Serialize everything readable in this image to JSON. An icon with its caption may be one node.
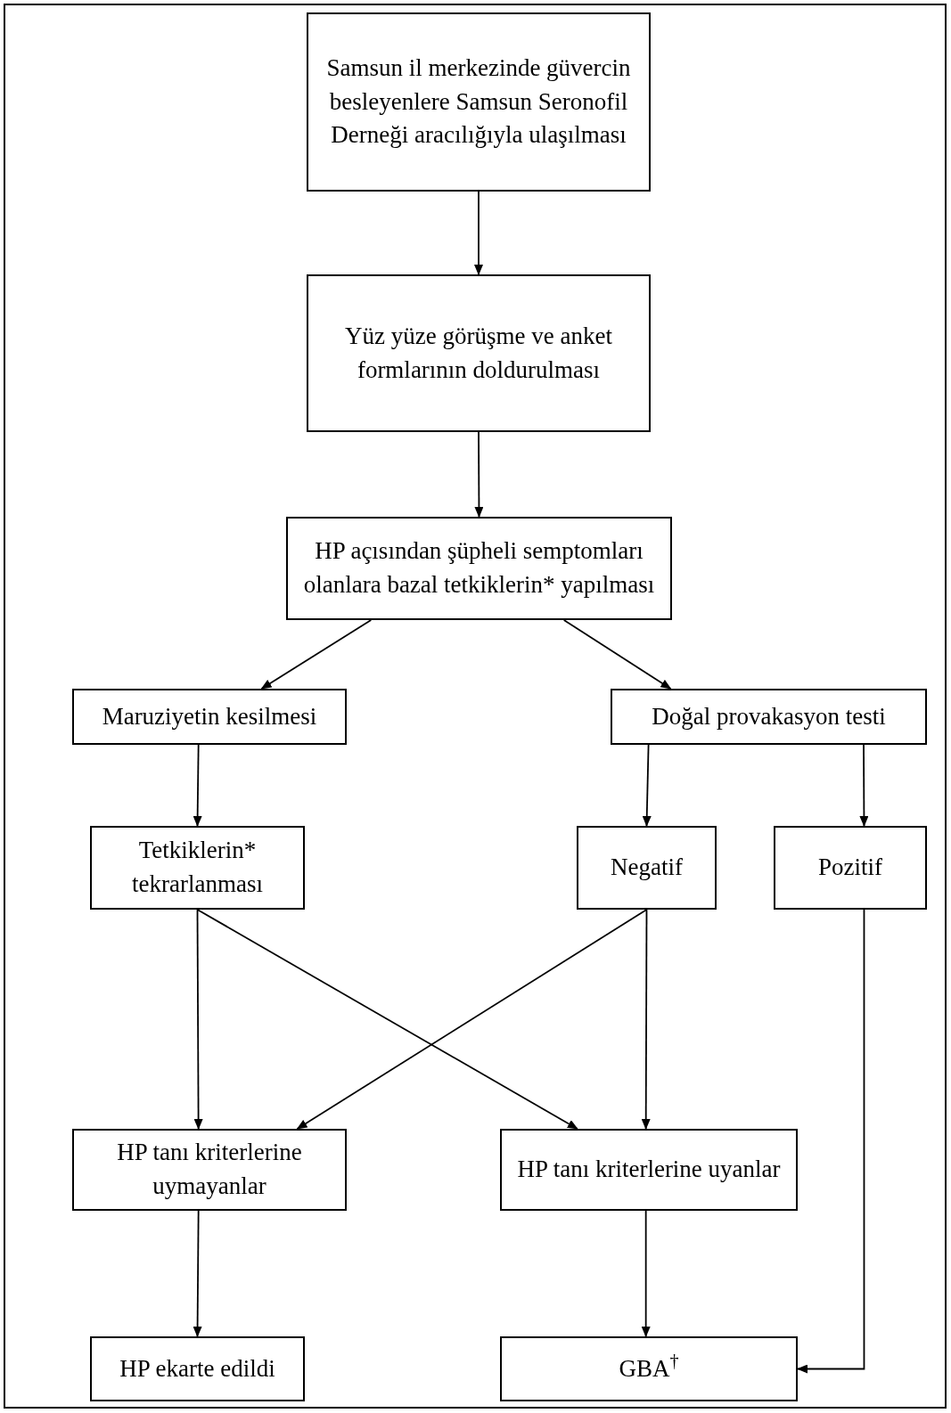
{
  "diagram": {
    "nodes": [
      {
        "text": [
          "Samsun il merkezinde güvercin besleyenlere Samsun Seronofil Derneği aracılığıyla ulaşılması"
        ]
      },
      {
        "text": [
          "Yüz yüze görüşme ve anket formlarının doldurulması"
        ]
      },
      {
        "text": [
          "HP açısından şüpheli semptomları olanlara bazal tetkiklerin* yapılması"
        ]
      },
      {
        "text": [
          "Maruziyetin kesilmesi"
        ]
      },
      {
        "text": [
          "Doğal provakasyon testi"
        ]
      },
      {
        "text": [
          "Tetkiklerin* tekrarlanması"
        ]
      },
      {
        "text": [
          "Negatif"
        ]
      },
      {
        "text": [
          "Pozitif"
        ]
      },
      {
        "text": [
          "HP tanı kriterlerine uymayanlar"
        ]
      },
      {
        "text": [
          "HP tanı kriterlerine uyanlar"
        ]
      },
      {
        "text": [
          "HP ekarte edildi"
        ]
      },
      {
        "text": [
          "GBA$^{†}$"
        ]
      }
    ],
    "edges": [
      {
        "from": 0,
        "to": 1,
        "arrow": "to"
      },
      {
        "from": 1,
        "to": 2,
        "arrow": "to"
      },
      {
        "from": 2,
        "to": 3,
        "arrow": "to"
      },
      {
        "from": 2,
        "to": 4,
        "arrow": "to"
      },
      {
        "from": 3,
        "to": 5,
        "arrow": "to"
      },
      {
        "from": 4,
        "to": 6,
        "arrow": "to"
      },
      {
        "from": 4,
        "to": 7,
        "arrow": "to"
      },
      {
        "from": 5,
        "to": 8,
        "arrow": "to"
      },
      {
        "from": 5,
        "to": 9,
        "arrow": "to"
      },
      {
        "from": 6,
        "to": 8,
        "arrow": "to"
      },
      {
        "from": 6,
        "to": 9,
        "arrow": "to"
      },
      {
        "from": 7,
        "to": 11,
        "arrow": "to"
      },
      {
        "from": 8,
        "to": 10,
        "arrow": "to"
      },
      {
        "from": 9,
        "to": 11,
        "arrow": "to"
      }
    ]
  }
}
